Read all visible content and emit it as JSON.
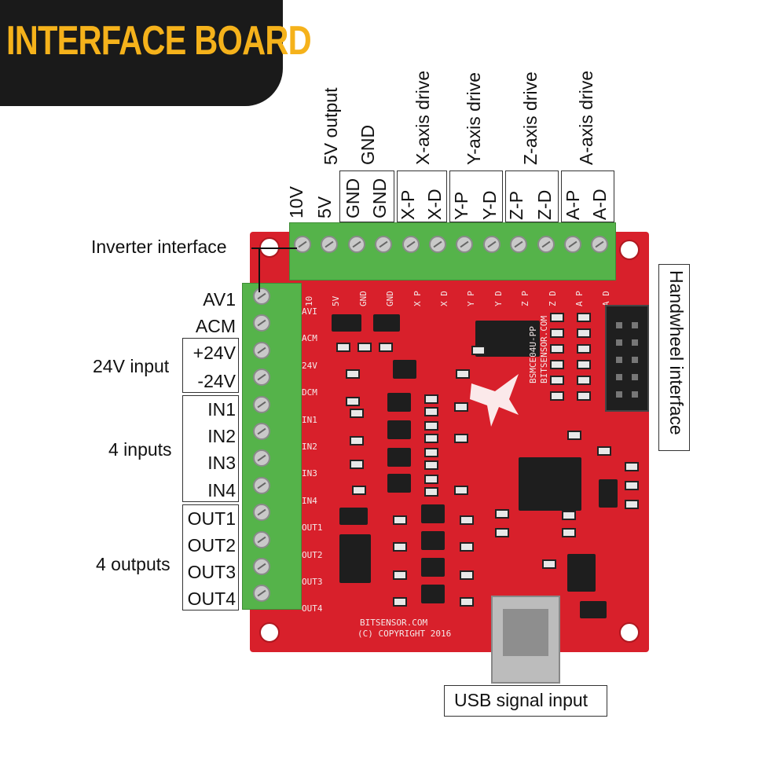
{
  "banner": {
    "title": "INTERFACE BOARD"
  },
  "top_labels": {
    "v10": "10V",
    "v5": "5V",
    "gnd1": "GND",
    "gnd2": "GND",
    "xp": "X-P",
    "xd": "X-D",
    "yp": "Y-P",
    "yd": "Y-D",
    "zp": "Z-P",
    "zd": "Z-D",
    "ap": "A-P",
    "ad": "A-D",
    "five_v_output": "5V output",
    "gnd_group": "GND",
    "x_axis": "X-axis drive",
    "y_axis": "Y-axis drive",
    "z_axis": "Z-axis drive",
    "a_axis": "A-axis drive"
  },
  "left_labels": {
    "inverter": "Inverter interface",
    "av1": "AV1",
    "acm": "ACM",
    "p24": "+24V",
    "m24": "-24V",
    "in1": "IN1",
    "in2": "IN2",
    "in3": "IN3",
    "in4": "IN4",
    "out1": "OUT1",
    "out2": "OUT2",
    "out3": "OUT3",
    "out4": "OUT4",
    "input24": "24V input",
    "inputs4": "4 inputs",
    "outputs4": "4 outputs"
  },
  "right_labels": {
    "handwheel": "Handwheel interface"
  },
  "bottom_labels": {
    "usb": "USB signal input"
  },
  "silkscreen": {
    "top": [
      "10",
      "5V",
      "GND",
      "GND",
      "X P",
      "X D",
      "Y P",
      "Y D",
      "Z P",
      "Z D",
      "A P",
      "A D"
    ],
    "left": [
      "AVI",
      "ACM",
      "24V",
      "DCM",
      "IN1",
      "IN2",
      "IN3",
      "IN4",
      "OUT1",
      "OUT2",
      "OUT3",
      "OUT4"
    ],
    "board_model": "BSMCE04U-PP",
    "board_site": "BITSENSOR.COM",
    "copyright_1": "BITSENSOR.COM",
    "copyright_2": "(C) COPYRIGHT 2016"
  },
  "colors": {
    "board": "#d8202b",
    "terminal": "#55b34a",
    "banner_bg": "#1a1a1a",
    "banner_text": "#f5b21b"
  }
}
